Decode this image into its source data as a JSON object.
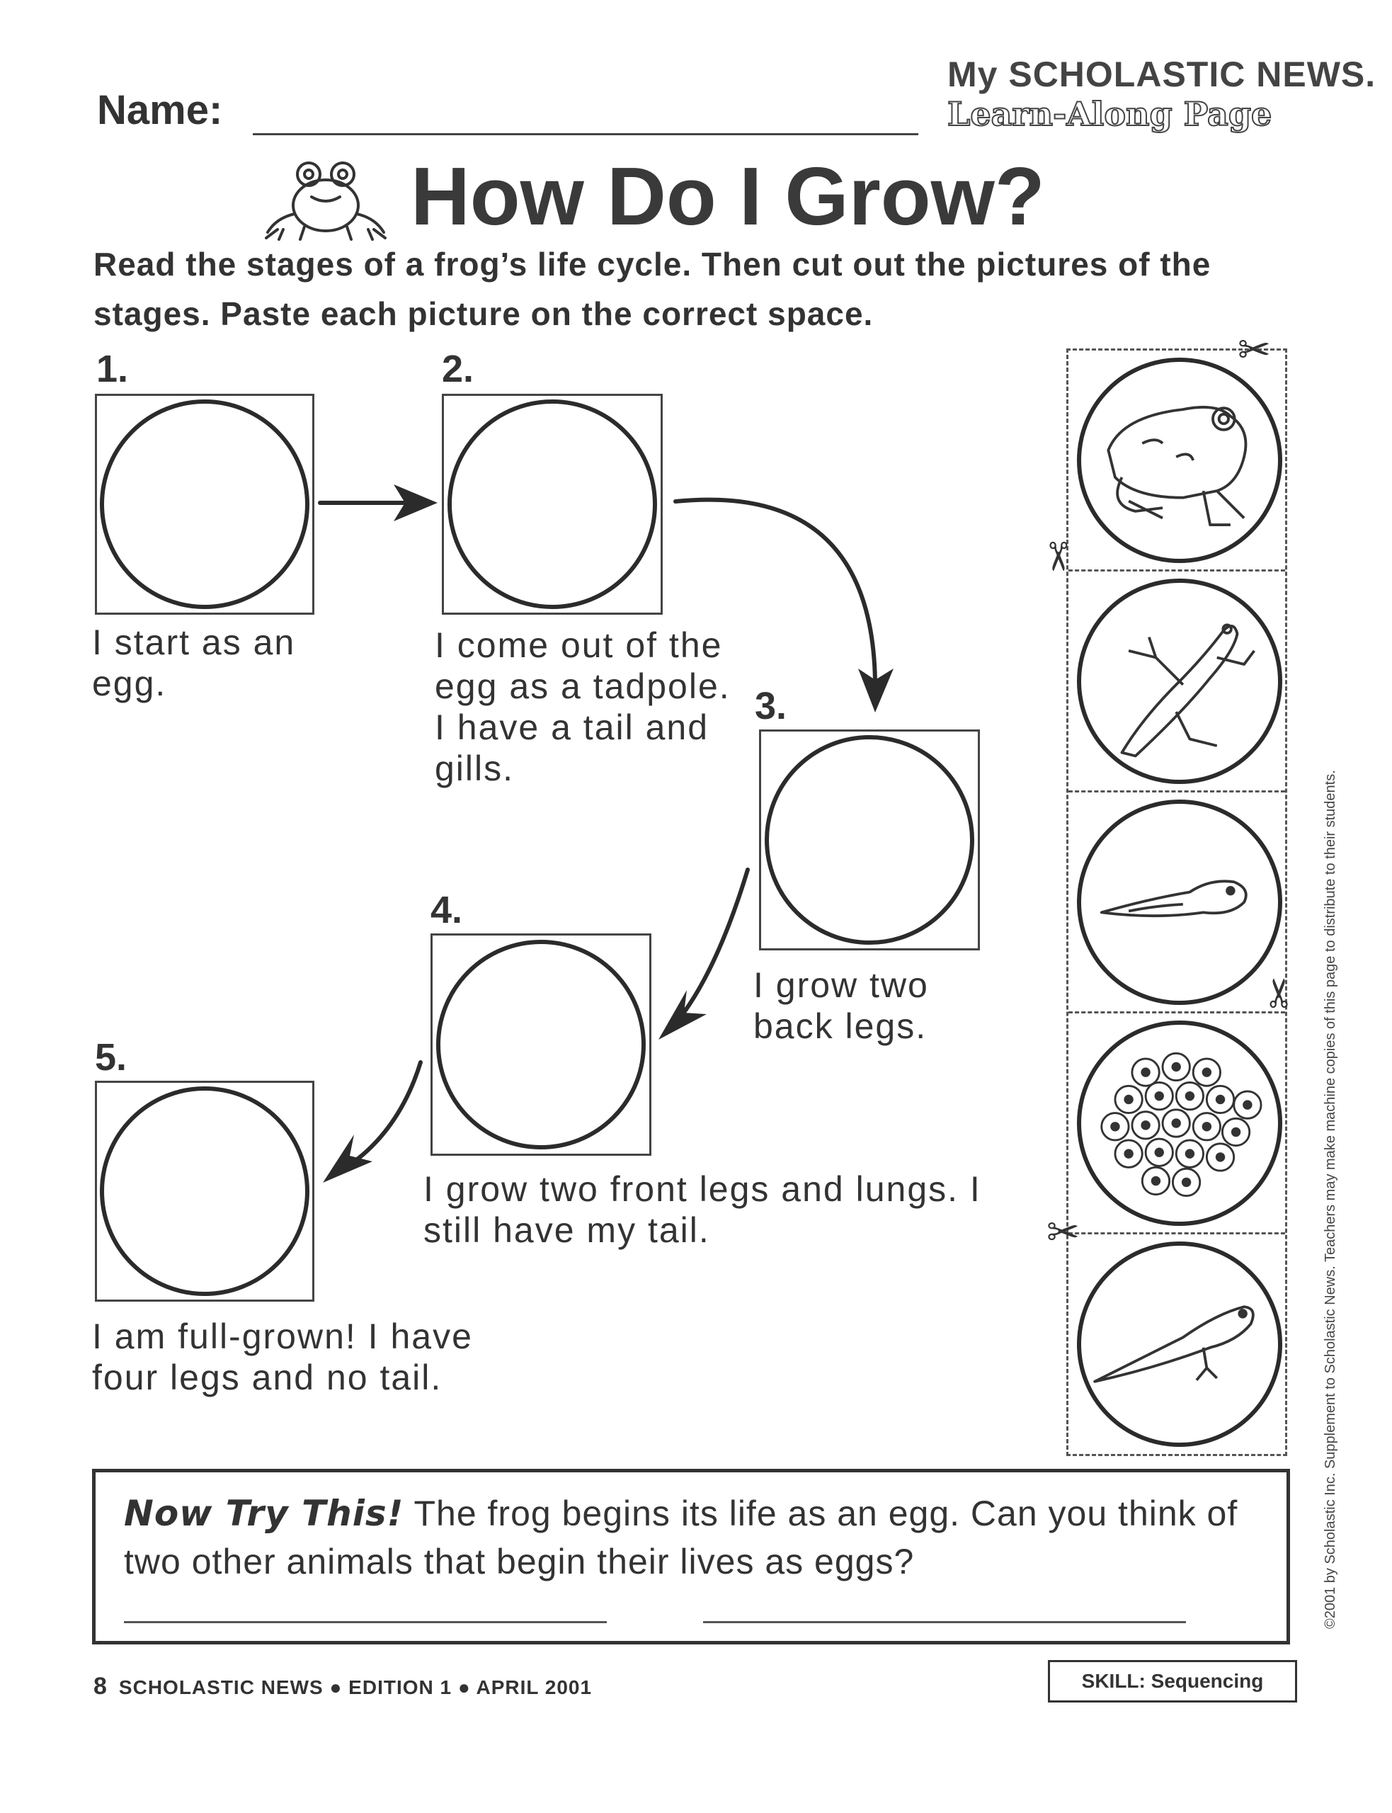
{
  "header": {
    "name_label": "Name:",
    "brand_line1": "My SCHOLASTIC NEWS.",
    "brand_line2": "Learn-Along Page",
    "title": "How Do I Grow?",
    "instructions": "Read the stages of a frog’s life cycle. Then cut out the pictures of the stages. Paste each picture on the correct space."
  },
  "steps": [
    {
      "number": "1.",
      "caption": "I start as an egg."
    },
    {
      "number": "2.",
      "caption": "I come out of the egg as a tadpole. I have a tail and gills."
    },
    {
      "number": "3.",
      "caption": "I grow two back legs."
    },
    {
      "number": "4.",
      "caption": "I grow two front legs and lungs. I still have my tail."
    },
    {
      "number": "5.",
      "caption": "I am full-grown! I have four legs and no tail."
    }
  ],
  "cutouts": [
    "adult-frog",
    "frog-with-tail",
    "tadpole",
    "frog-eggs",
    "tadpole-with-back-legs"
  ],
  "try_this": {
    "heading": "Now Try This!",
    "text": "The frog begins its life as an egg. Can you think of two other animals that begin their lives as eggs?"
  },
  "footer": {
    "page_number": "8",
    "publication": "SCHOLASTIC NEWS ● EDITION 1 ● APRIL 2001",
    "skill": "SKILL: Sequencing",
    "copyright": "©2001 by Scholastic Inc. Supplement to Scholastic News. Teachers may make machine copies of this page to distribute to their students."
  }
}
